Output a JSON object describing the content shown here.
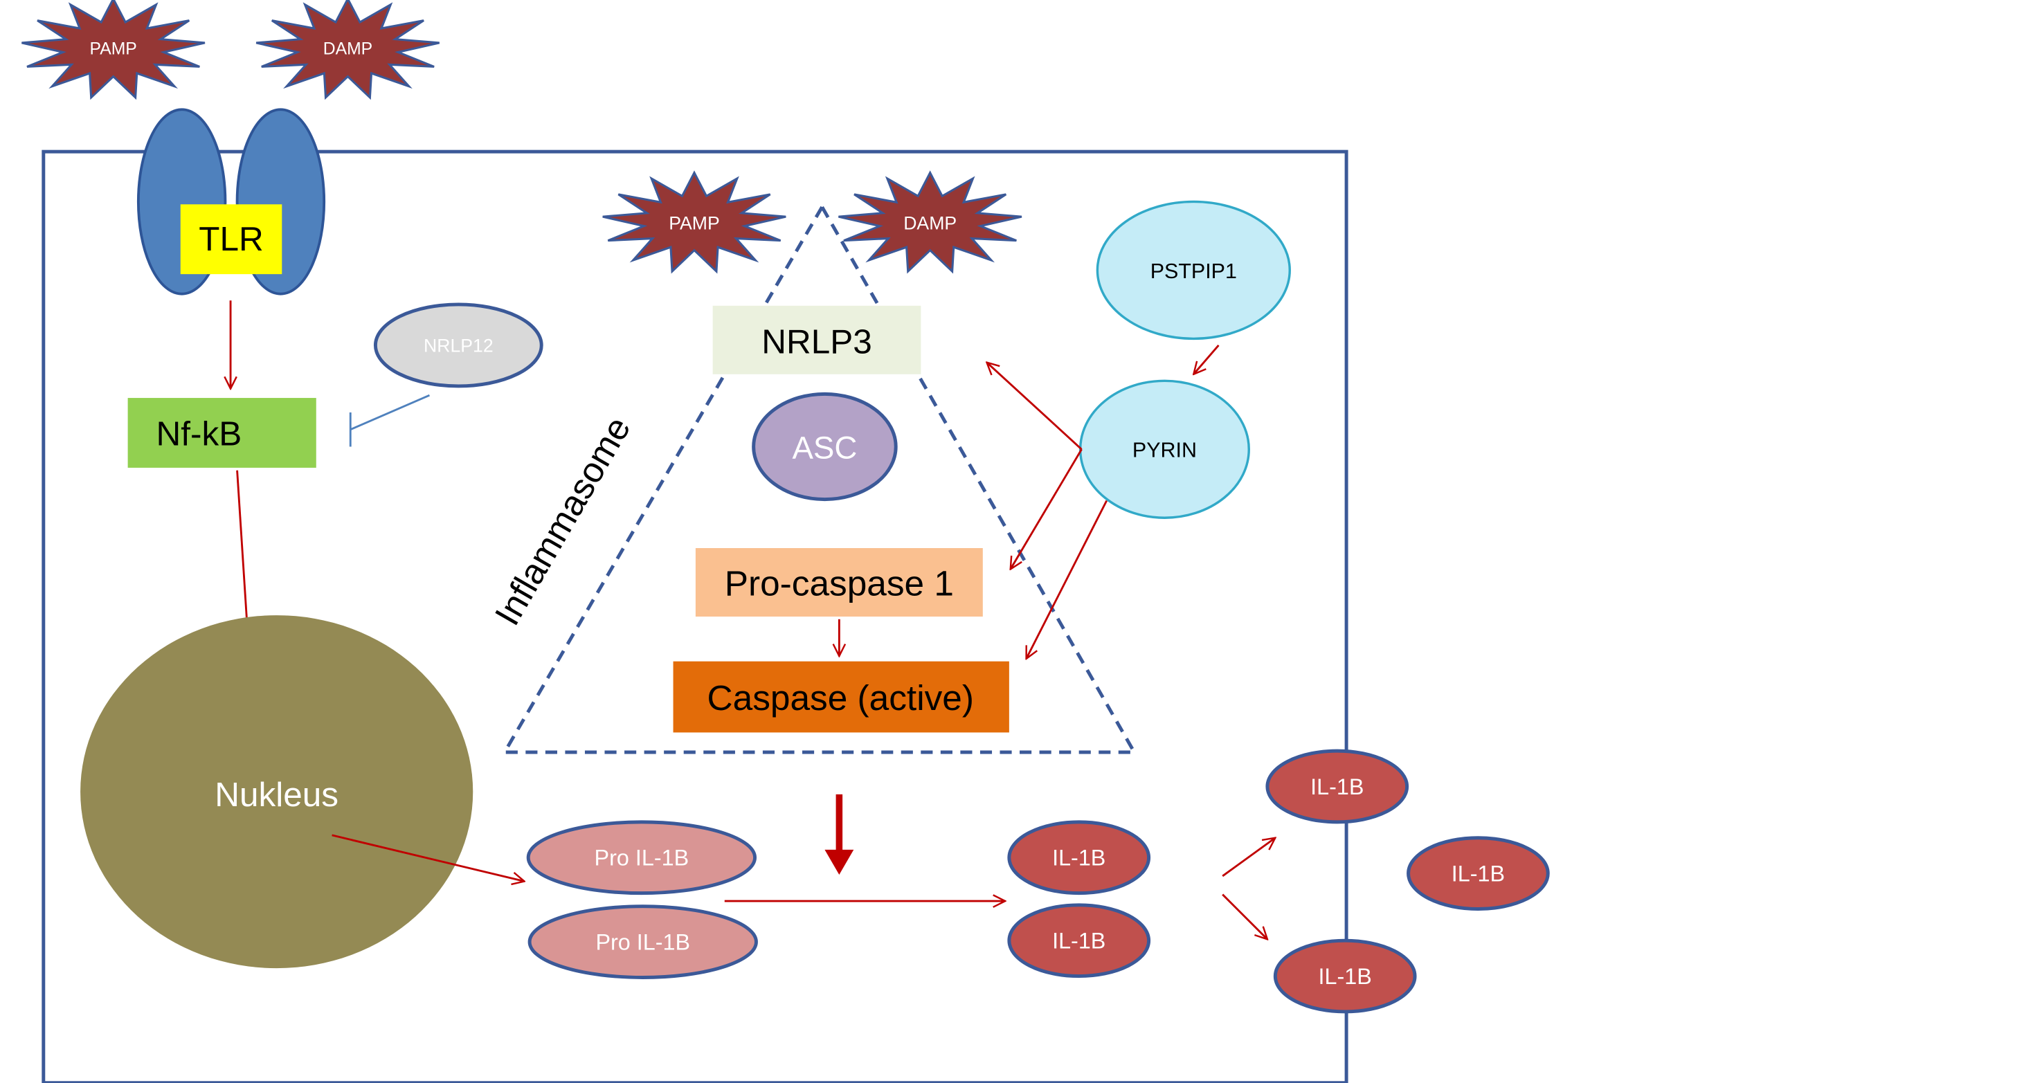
{
  "labels": {
    "pamp_outer": "PAMP",
    "damp_outer": "DAMP",
    "tlr": "TLR",
    "nrlp12": "NRLP12",
    "nfkb": "Nf-kB",
    "nukleus": "Nukleus",
    "pamp_inner": "PAMP",
    "damp_inner": "DAMP",
    "inflammasome": "Inflammasome",
    "nrlp3": "NRLP3",
    "asc": "ASC",
    "pro_caspase": "Pro-caspase 1",
    "caspase_active": "Caspase (active)",
    "pstpip1": "PSTPIP1",
    "pyrin": "PYRIN",
    "pro_il1b_1": "Pro IL-1B",
    "pro_il1b_2": "Pro IL-1B",
    "il1b_inner_1": "IL-1B",
    "il1b_inner_2": "IL-1B",
    "il1b_membrane_top": "IL-1B",
    "il1b_outside": "IL-1B",
    "il1b_membrane_bottom": "IL-1B"
  },
  "colors": {
    "cell_border": "#3b5998",
    "tlr_fill": "#4f81bd",
    "tlr_label_bg": "#ffff00",
    "nfkb_bg": "#92d050",
    "nrlp12_fill": "#d9d9d9",
    "nukleus_fill": "#948a54",
    "star_fill": "#953735",
    "nrlp3_bg": "#ebf1de",
    "asc_fill": "#b3a2c7",
    "pro_caspase_bg": "#fac090",
    "caspase_bg": "#e36c09",
    "pyrin_fill": "#c5ecf7",
    "pro_il1b_fill": "#d99594",
    "il1b_fill": "#c0504d",
    "arrow": "#c00000",
    "inhibition": "#4f81bd"
  }
}
